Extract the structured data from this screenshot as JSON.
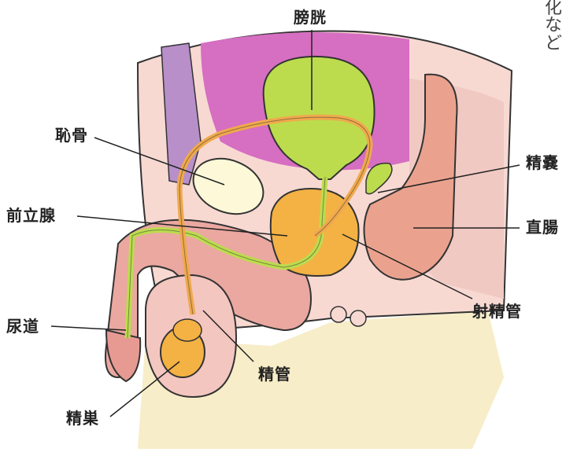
{
  "labels": {
    "bladder": "膀胱",
    "pubic_bone": "恥骨",
    "seminal_vesicle": "精嚢",
    "prostate": "前立腺",
    "rectum": "直腸",
    "ejaculatory_duct": "射精管",
    "urethra": "尿道",
    "vas_deferens": "精管",
    "testis": "精巣"
  },
  "side_text": [
    "化",
    "な",
    "ど"
  ],
  "colors": {
    "skin": "#f7d9d2",
    "thigh": "#f7edc8",
    "bladder_bg": "#d66ec2",
    "bladder": "#bcdc4e",
    "duct": "#f0a94c",
    "prostate": "#f4b244",
    "rectum": "#eaa28e",
    "bone": "#fcf8d8"
  }
}
